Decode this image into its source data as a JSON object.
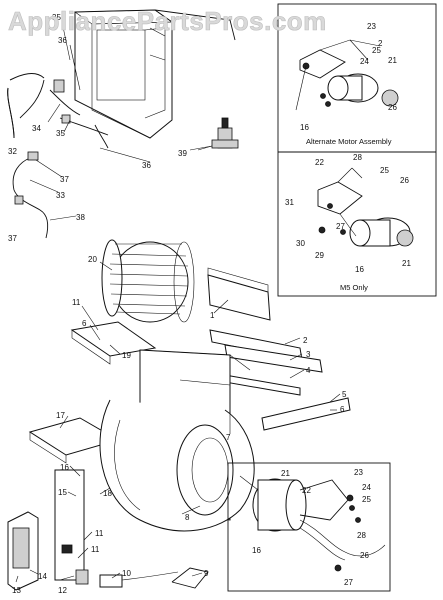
{
  "watermark": "AppliancePartsPros.com",
  "inset_top": {
    "caption": "Alternate Motor Assembly",
    "labels": [
      "23",
      "2",
      "21",
      "24",
      "25",
      "16",
      "26"
    ]
  },
  "inset_mid": {
    "caption": "M5 Only",
    "labels": [
      "22",
      "28",
      "25",
      "26",
      "31",
      "27",
      "30",
      "29",
      "16",
      "21"
    ]
  },
  "inset_bottom": {
    "labels": [
      "21",
      "23",
      "22",
      "24",
      "25",
      "28",
      "16",
      "26",
      "27"
    ]
  },
  "main_labels": {
    "l35a": "35",
    "l36a": "36",
    "l34": "34",
    "l35b": "35",
    "l32": "32",
    "l36b": "36",
    "l39": "39",
    "l37a": "37",
    "l33": "33",
    "l38": "38",
    "l37b": "37",
    "l20": "20",
    "l1": "1",
    "l11a": "11",
    "l6a": "6",
    "l19": "19",
    "l2": "2",
    "l3": "3",
    "l4": "4",
    "l5": "5",
    "l6b": "6",
    "l17": "17",
    "l7": "7",
    "l16": "16",
    "l15": "15",
    "l18": "18",
    "l8": "8",
    "l11b": "11",
    "l11c": "11",
    "l13": "13",
    "l12": "12",
    "l14": "14",
    "l10": "10",
    "l9": "9"
  }
}
